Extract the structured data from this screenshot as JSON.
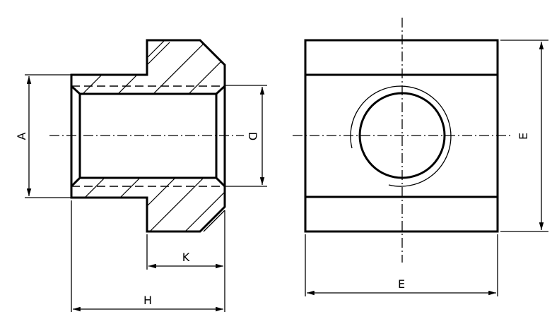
{
  "drawing": {
    "type": "technical-drawing",
    "subject": "T-slot nut / flanged bushing, two orthographic views",
    "line_color": "#000000",
    "background": "#ffffff",
    "views": [
      {
        "name": "section-side-view",
        "position": "left"
      },
      {
        "name": "top-view",
        "position": "right"
      }
    ],
    "dimensions": {
      "A": {
        "label": "A",
        "orientation": "vertical",
        "view": "left",
        "meaning": "outer diameter of small shank"
      },
      "D": {
        "label": "D",
        "orientation": "vertical",
        "view": "left",
        "meaning": "thread / bore diameter"
      },
      "K": {
        "label": "K",
        "orientation": "horizontal",
        "view": "left",
        "meaning": "flange length"
      },
      "H": {
        "label": "H",
        "orientation": "horizontal",
        "view": "left",
        "meaning": "overall length"
      },
      "E_vertical": {
        "label": "E",
        "orientation": "vertical",
        "view": "right"
      },
      "E_horizontal": {
        "label": "E",
        "orientation": "horizontal",
        "view": "right"
      }
    }
  }
}
